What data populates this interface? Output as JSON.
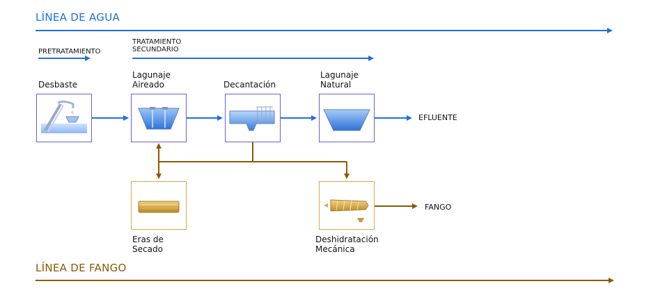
{
  "titles": {
    "water_line": "LÍNEA DE AGUA",
    "sludge_line": "LÍNEA DE FANGO"
  },
  "stages": {
    "pretreatment": "PRETRATAMIENTO",
    "secondary": "TRATAMIENTO\nSECUNDARIO"
  },
  "units": {
    "desbaste": "Desbaste",
    "lagunaje_aireado": "Lagunaje\nAireado",
    "decantacion": "Decantación",
    "lagunaje_natural": "Lagunaje\nNatural",
    "eras_secado": "Eras de\nSecado",
    "deshidratacion": "Deshidratación\nMecánica"
  },
  "outputs": {
    "efluente": "EFLUENTE",
    "fango": "FANGO"
  },
  "colors": {
    "water": "#1e6fe0",
    "sludge": "#8a5a00",
    "water_box_border": "#6a5fd6",
    "sludge_box_border": "#d6a84a"
  }
}
